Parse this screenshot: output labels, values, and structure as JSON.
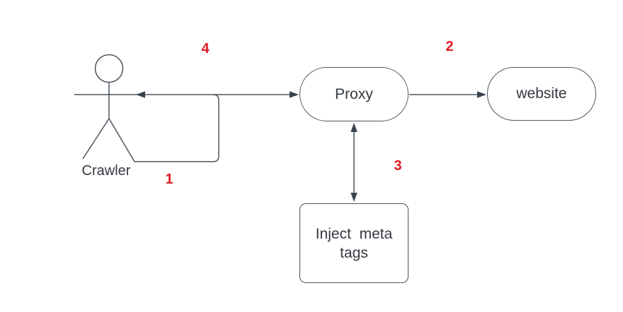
{
  "diagram": {
    "background": "#ffffff",
    "colors": {
      "line": "#4d555f",
      "arrowhead": "#39414d",
      "text": "#33383f",
      "step_number": "#e01b24",
      "node_fill": "#ffffff"
    },
    "nodes": {
      "crawler": {
        "label": "Crawler",
        "shape": "actor"
      },
      "proxy": {
        "label": "Proxy",
        "shape": "rounded-stadium"
      },
      "website": {
        "label": "website",
        "shape": "rounded-stadium"
      },
      "inject_meta_tags": {
        "label_line1": "Inject  meta",
        "label_line2": "tags",
        "shape": "rectangle"
      }
    },
    "edges": [
      {
        "label": "1",
        "from": "crawler",
        "to": "proxy",
        "route": "elbow-under-crawler"
      },
      {
        "label": "2",
        "from": "proxy",
        "to": "website",
        "route": "straight"
      },
      {
        "label": "3",
        "from": "proxy",
        "to": "inject_meta_tags",
        "route": "straight",
        "bidirectional": true
      },
      {
        "label": "4",
        "from": "proxy",
        "to": "crawler",
        "route": "straight"
      }
    ]
  }
}
